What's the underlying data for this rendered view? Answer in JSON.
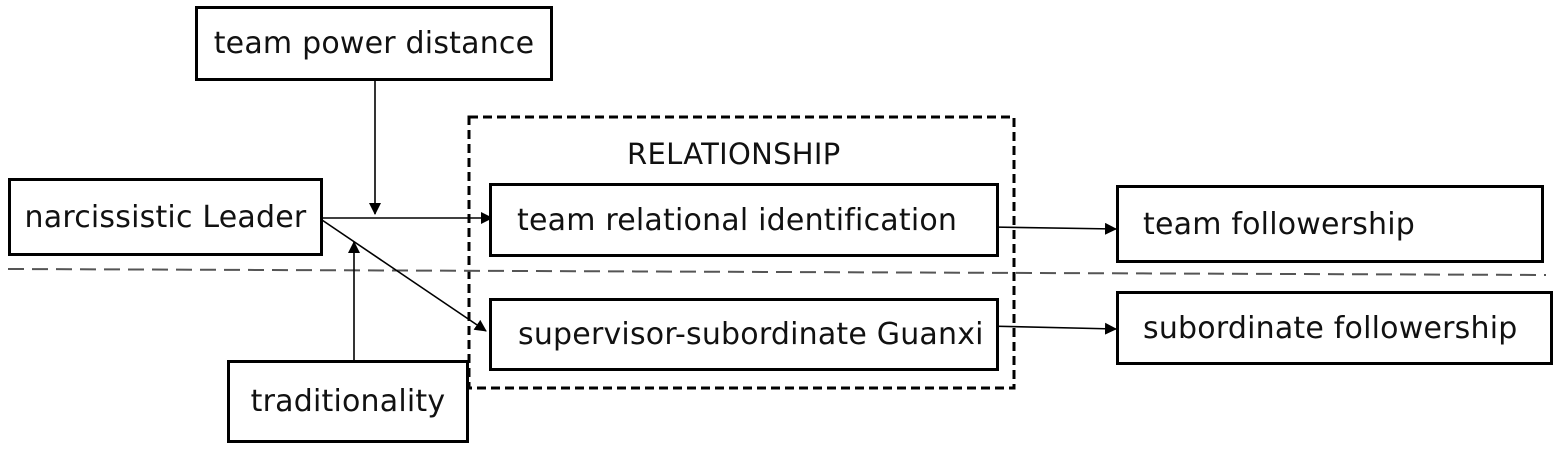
{
  "diagram": {
    "nodes": {
      "team_power_distance": "team power distance",
      "narcissistic_leader": "narcissistic Leader",
      "traditionality": "traditionality",
      "team_relational_identification": "team relational identification",
      "supervisor_subordinate_guanxi": "supervisor-subordinate Guanxi",
      "team_followership": "team followership",
      "subordinate_followership": "subordinate followership"
    },
    "group_label": "RELATIONSHIP"
  },
  "colors": {
    "stroke": "#000000",
    "divider": "#555555",
    "background": "#ffffff"
  }
}
